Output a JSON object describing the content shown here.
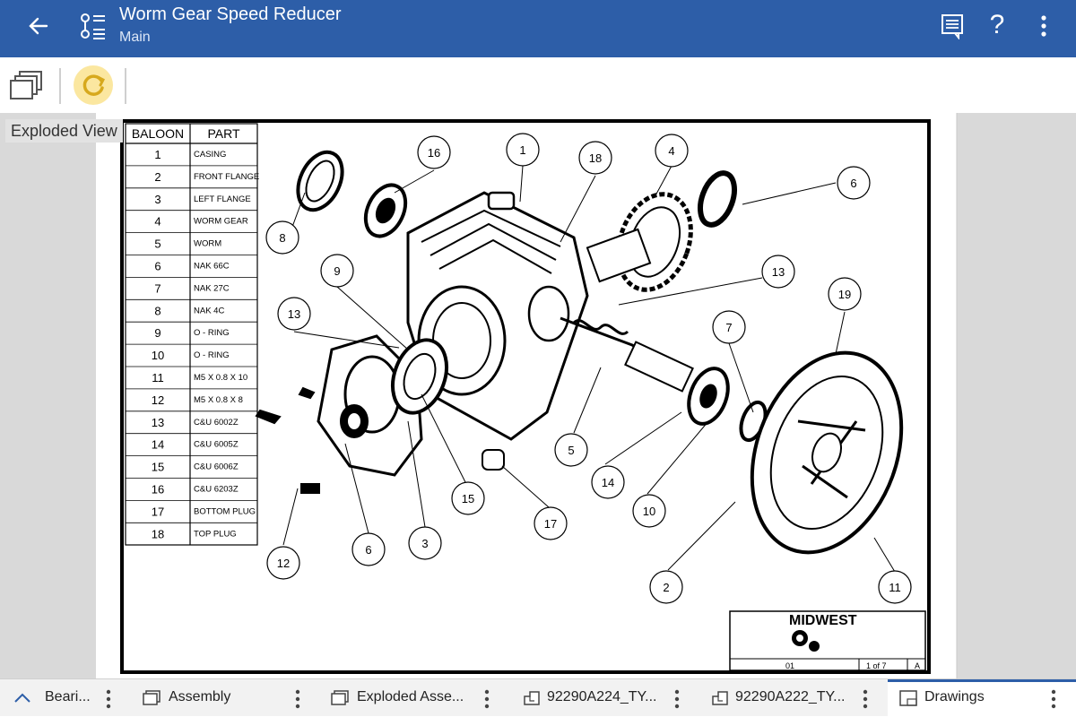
{
  "header": {
    "title": "Worm Gear Speed Reducer",
    "subtitle": "Main"
  },
  "toolbar": {
    "help_label": "?"
  },
  "viewer": {
    "view_label": "Exploded View",
    "bom": {
      "headers": [
        "BALOON",
        "PART"
      ],
      "rows": [
        [
          "1",
          "CASING"
        ],
        [
          "2",
          "FRONT FLANGE"
        ],
        [
          "3",
          "LEFT FLANGE"
        ],
        [
          "4",
          "WORM GEAR"
        ],
        [
          "5",
          "WORM"
        ],
        [
          "6",
          "NAK 66C"
        ],
        [
          "7",
          "NAK 27C"
        ],
        [
          "8",
          "NAK 4C"
        ],
        [
          "9",
          "O - RING"
        ],
        [
          "10",
          "O - RING"
        ],
        [
          "11",
          "M5 X 0.8 X 10"
        ],
        [
          "12",
          "M5 X 0.8 X 8"
        ],
        [
          "13",
          "C&U 6002Z"
        ],
        [
          "14",
          "C&U 6005Z"
        ],
        [
          "15",
          "C&U 6006Z"
        ],
        [
          "16",
          "C&U 6203Z"
        ],
        [
          "17",
          "BOTTOM PLUG"
        ],
        [
          "18",
          "TOP PLUG"
        ]
      ]
    },
    "balloons": [
      "16",
      "1",
      "18",
      "4",
      "6",
      "8",
      "9",
      "13",
      "13",
      "19",
      "7",
      "5",
      "14",
      "15",
      "17",
      "10",
      "3",
      "6",
      "12",
      "2",
      "11"
    ],
    "title_block": {
      "logo_text": "MIDWEST",
      "sheet_number": "01",
      "page": "1 of 7",
      "revision": "A"
    }
  },
  "tabs": [
    {
      "label": "Beari...",
      "icon": "chevron-up-icon"
    },
    {
      "label": "Assembly",
      "icon": "assembly-icon"
    },
    {
      "label": "Exploded Asse...",
      "icon": "assembly-icon"
    },
    {
      "label": "92290A224_TY...",
      "icon": "part-icon"
    },
    {
      "label": "92290A222_TY...",
      "icon": "part-icon"
    },
    {
      "label": "Drawings",
      "icon": "drawing-icon"
    }
  ],
  "colors": {
    "accent": "#2d5ea8",
    "refresh_highlight": "#fbe7a0",
    "viewer_background": "#d9d9d9"
  }
}
